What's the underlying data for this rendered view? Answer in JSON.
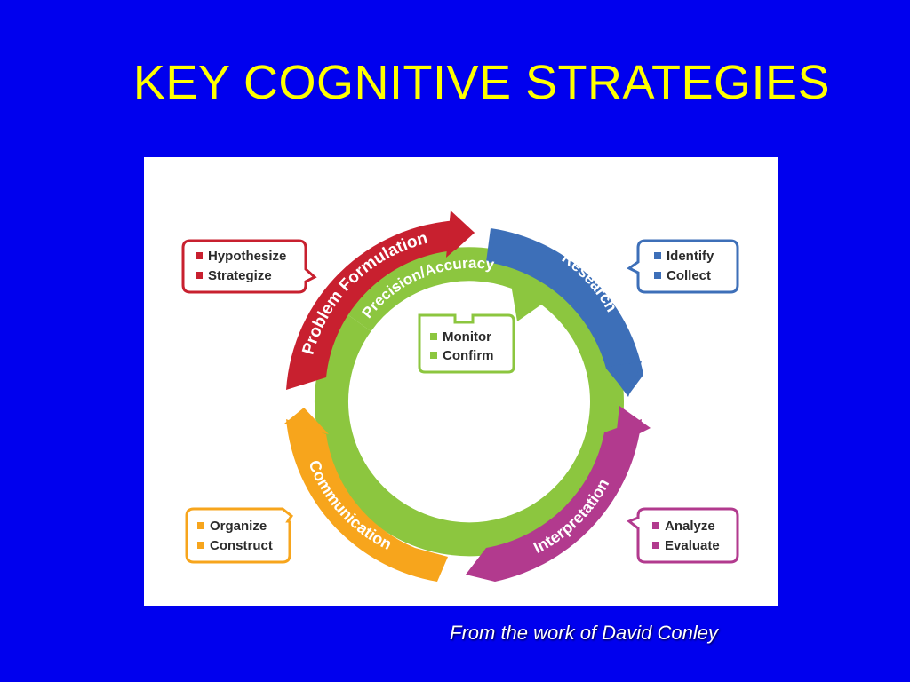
{
  "title": "KEY COGNITIVE STRATEGIES",
  "credit": "From the work of David Conley",
  "colors": {
    "background": "#0000ee",
    "title": "#ffff00",
    "problem_formulation": "#c8202f",
    "research": "#3d6fb8",
    "interpretation": "#b23a8e",
    "communication": "#f7a51c",
    "precision_accuracy": "#8cc63f"
  },
  "diagram": {
    "ring": {
      "label": "Precision/Accuracy",
      "items": [
        "Monitor",
        "Confirm"
      ]
    },
    "segments": [
      {
        "key": "problem_formulation",
        "label": "Problem Formulation",
        "items": [
          "Hypothesize",
          "Strategize"
        ]
      },
      {
        "key": "research",
        "label": "Research",
        "items": [
          "Identify",
          "Collect"
        ]
      },
      {
        "key": "interpretation",
        "label": "Interpretation",
        "items": [
          "Analyze",
          "Evaluate"
        ]
      },
      {
        "key": "communication",
        "label": "Communication",
        "items": [
          "Organize",
          "Construct"
        ]
      }
    ]
  }
}
